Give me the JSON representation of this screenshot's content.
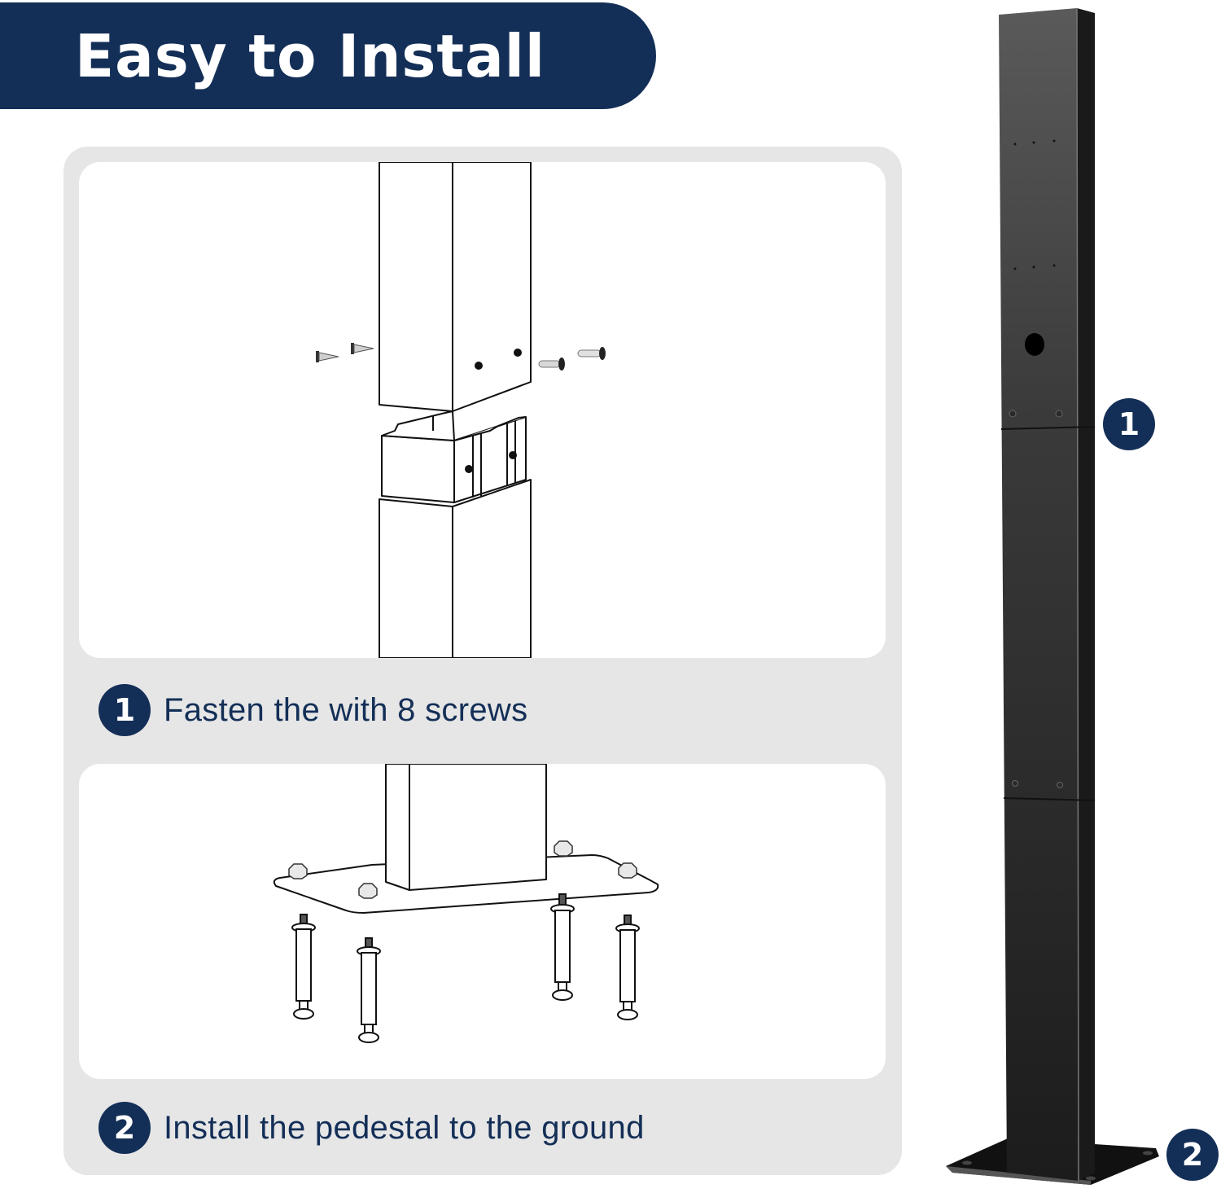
{
  "banner": {
    "title": "Easy to Install",
    "background_color": "#142f57",
    "text_color": "#ffffff"
  },
  "steps": [
    {
      "number": "1",
      "text": "Fasten the with 8 screws",
      "illustration": "pole-sections-joined-with-screws"
    },
    {
      "number": "2",
      "text": "Install the pedestal to the ground",
      "illustration": "base-plate-with-anchor-bolts"
    }
  ],
  "product": {
    "name": "black-ev-charger-pedestal-post",
    "callouts": [
      {
        "number": "1",
        "target": "section-joint"
      },
      {
        "number": "2",
        "target": "base-plate"
      }
    ]
  },
  "colors": {
    "accent": "#142f57",
    "card_background": "#e6e6e6",
    "panel_background": "#ffffff",
    "post_color": "#2a2a2a"
  }
}
